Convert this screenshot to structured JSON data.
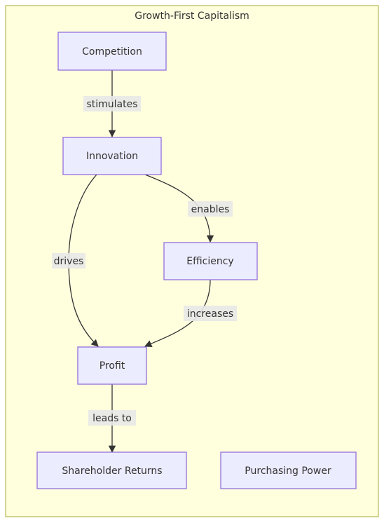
{
  "diagram": {
    "title": "Growth-First Capitalism",
    "nodes": {
      "competition": "Competition",
      "innovation": "Innovation",
      "efficiency": "Efficiency",
      "profit": "Profit",
      "shareholder_returns": "Shareholder Returns",
      "purchasing_power": "Purchasing Power"
    },
    "edges": {
      "competition_innovation": "stimulates",
      "innovation_efficiency": "enables",
      "innovation_profit": "drives",
      "efficiency_profit": "increases",
      "profit_shareholder": "leads to"
    },
    "colors": {
      "subgraph_fill": "#ffffde",
      "subgraph_stroke": "#aaaa33",
      "node_fill": "#ececff",
      "node_stroke": "#9370db",
      "edge_stroke": "#333333",
      "edge_label_bg": "#e8e8e8"
    }
  }
}
